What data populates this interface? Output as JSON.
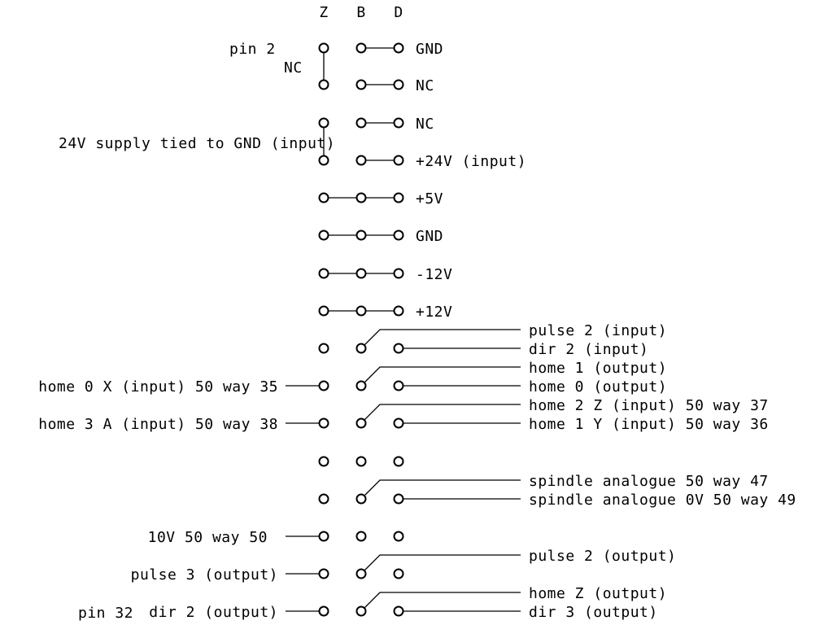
{
  "columns": [
    "Z",
    "B",
    "D"
  ],
  "top_labels": {
    "pin2": "pin 2",
    "nc_left": "NC",
    "supply_tie": "24V supply tied to GND (input)",
    "pin32": "pin 32"
  },
  "rows": [
    {
      "right": "GND",
      "left": ""
    },
    {
      "right": "NC",
      "left": ""
    },
    {
      "right": "NC",
      "left": ""
    },
    {
      "right": "+24V (input)",
      "left": ""
    },
    {
      "right": "+5V",
      "left": ""
    },
    {
      "right": "GND",
      "left": ""
    },
    {
      "right": "-12V",
      "left": ""
    },
    {
      "right": "+12V",
      "left": ""
    },
    {
      "right_upper": "pulse 2 (input)",
      "right": "dir 2 (input)",
      "left": ""
    },
    {
      "right_upper": "home 1 (output)",
      "right": "home 0 (output)",
      "left": "home 0 X (input) 50 way 35"
    },
    {
      "right_upper": "home 2 Z (input) 50 way 37",
      "right": "home 1 Y (input) 50 way 36",
      "left": "home 3 A (input) 50 way 38"
    },
    {
      "right": "",
      "left": ""
    },
    {
      "right_upper": "spindle analogue 50 way 47",
      "right": "spindle analogue 0V 50 way 49",
      "left": ""
    },
    {
      "right": "",
      "left": "10V 50 way 50"
    },
    {
      "right_upper": "pulse 2 (output)",
      "right": "",
      "left": "pulse 3 (output)"
    },
    {
      "right_upper": "home Z (output)",
      "right": "dir 3 (output)",
      "left": "dir 2 (output)"
    }
  ]
}
